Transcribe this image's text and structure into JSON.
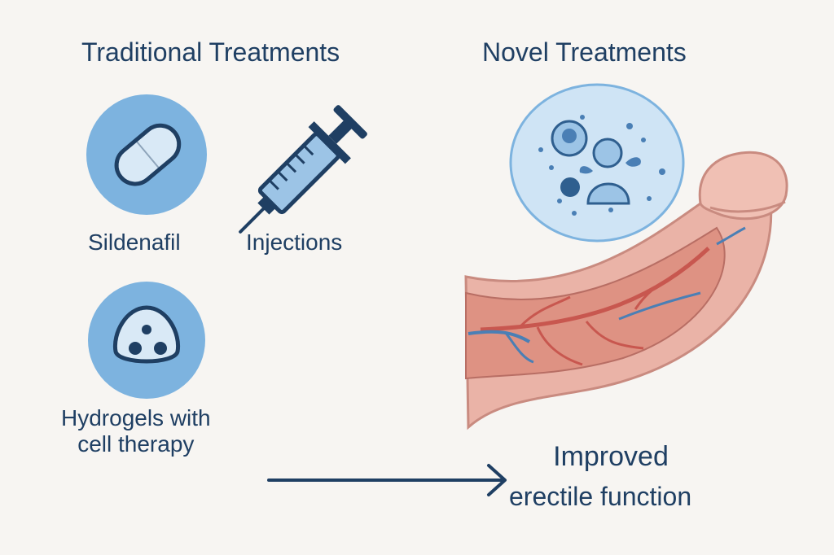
{
  "diagram": {
    "headings": {
      "traditional": "Traditional Treatments",
      "novel": "Novel Treatments"
    },
    "treatments": {
      "sildenafil": "Sildenafil",
      "injections": "Injections",
      "hydrogels_line1": "Hydrogels with",
      "hydrogels_line2": "cell therapy"
    },
    "outcome": {
      "line1": "Improved",
      "line2": "erectile function"
    },
    "icons": [
      "pill-icon",
      "syringe-icon",
      "hydrogel-icon",
      "stem-cell-icon",
      "penile-tissue-illustration",
      "arrow-icon"
    ],
    "colors": {
      "background": "#f7f5f2",
      "text": "#1f3f63",
      "circle": "#7db3df",
      "tissue": "#e7a79c",
      "vessel_red": "#c8574f",
      "vessel_blue": "#4a7fb5"
    }
  }
}
